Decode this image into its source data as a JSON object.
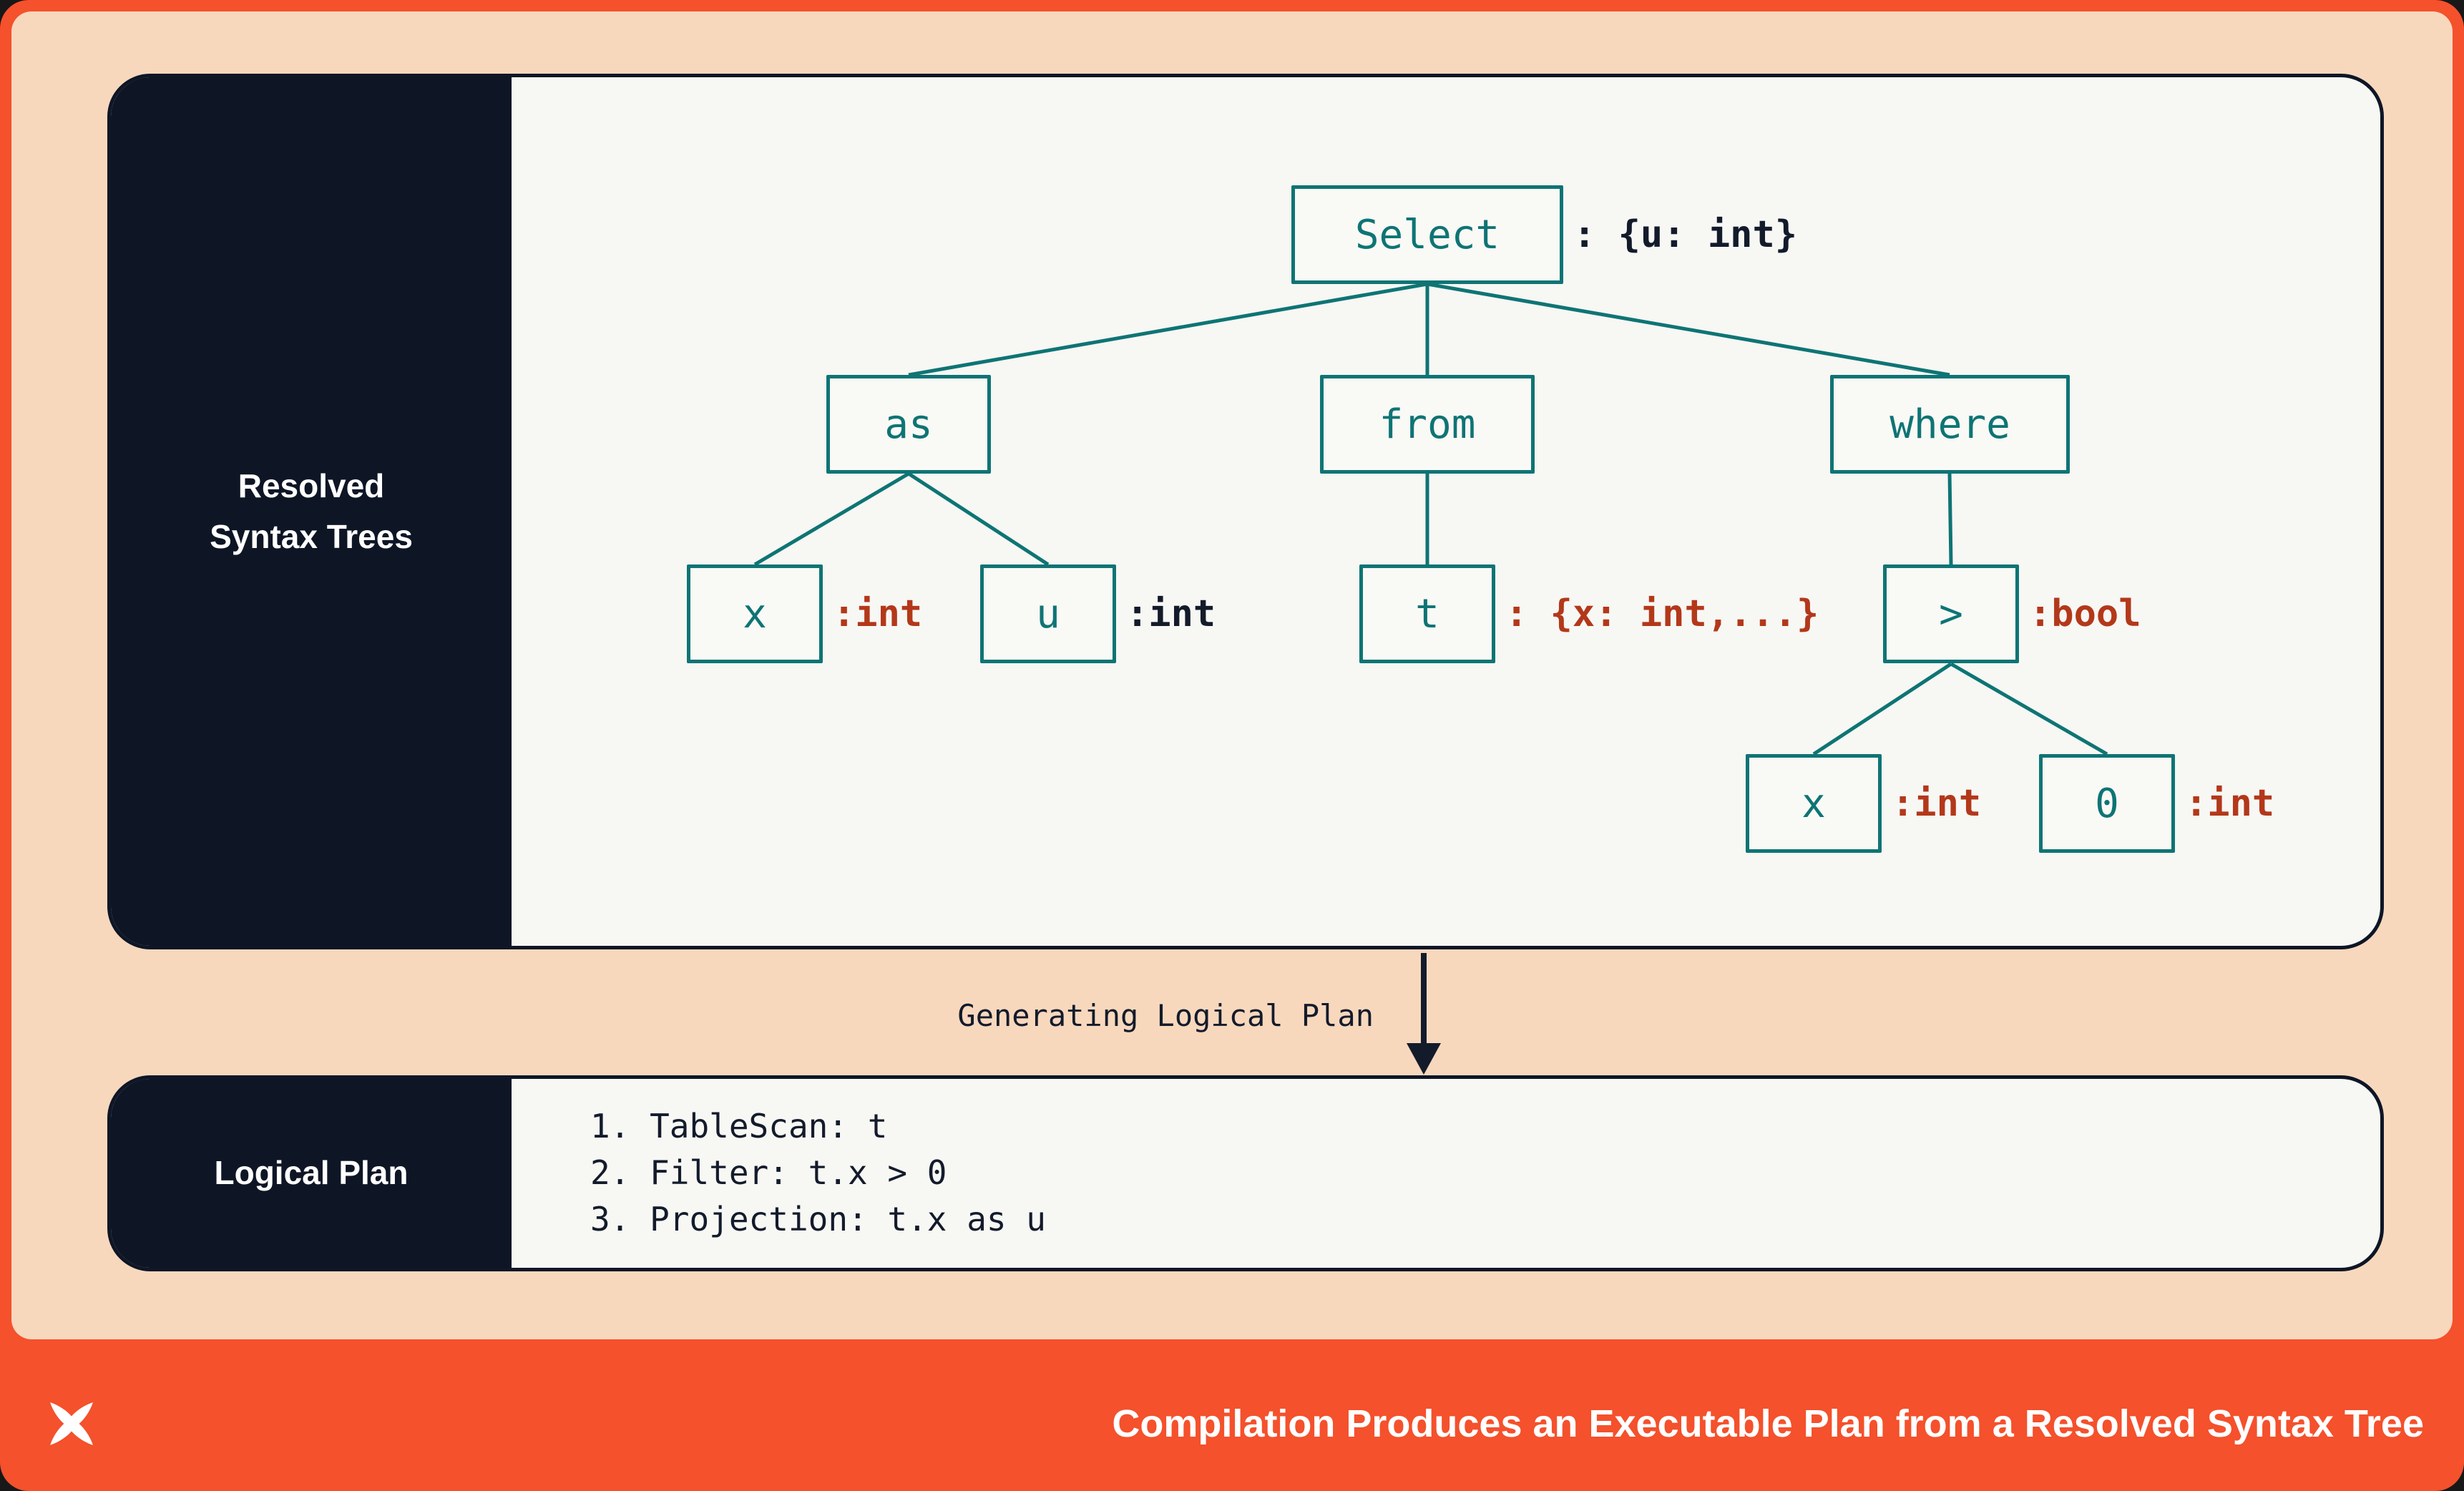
{
  "colors": {
    "coral": "#f4512c",
    "peach": "#f8d8bd",
    "navy": "#0e1626",
    "teal": "#0e7474",
    "rust": "#b3381a",
    "panel_bg": "#f7f7f4",
    "white": "#ffffff"
  },
  "syntax_panel": {
    "sidebar_label": "Resolved\nSyntax Trees",
    "nodes": {
      "select": {
        "label": "Select",
        "annotation": ": {u: int}"
      },
      "as": {
        "label": "as"
      },
      "x1": {
        "label": "x",
        "annotation": ":int"
      },
      "u": {
        "label": "u",
        "annotation": ":int"
      },
      "from": {
        "label": "from"
      },
      "t": {
        "label": "t",
        "annotation": ": {x: int,...}"
      },
      "where": {
        "label": "where"
      },
      "gt": {
        "label": ">",
        "annotation": ":bool"
      },
      "x2": {
        "label": "x",
        "annotation": ":int"
      },
      "zero": {
        "label": "0",
        "annotation": ":int"
      }
    }
  },
  "transition": {
    "label": "Generating Logical Plan"
  },
  "logical_panel": {
    "sidebar_label": "Logical Plan",
    "steps": [
      "1. TableScan: t",
      "2. Filter: t.x > 0",
      "3. Projection: t.x as u"
    ]
  },
  "footer": {
    "title": "Compilation Produces an Executable Plan from a Resolved Syntax Tree",
    "logo_icon": "pinwheel-x-logo"
  }
}
